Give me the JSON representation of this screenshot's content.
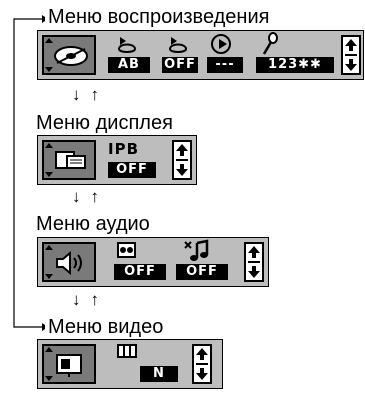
{
  "menus": {
    "playback": {
      "title": "Меню воспроизведения",
      "items": [
        {
          "icon": "repeat-icon",
          "value": "AB"
        },
        {
          "icon": "repeat-icon",
          "value": "OFF"
        },
        {
          "icon": "disc-play-icon",
          "value": "---"
        },
        {
          "icon": "microphone-icon",
          "value": "123✱✱"
        }
      ]
    },
    "display": {
      "title": "Меню дисплея",
      "items": [
        {
          "label": "IPB",
          "value": "OFF"
        }
      ]
    },
    "audio": {
      "title": "Меню аудио",
      "items": [
        {
          "icon": "speaker-box-icon",
          "value": "OFF"
        },
        {
          "icon": "music-note-icon",
          "value": "OFF"
        }
      ]
    },
    "video": {
      "title": "Меню видео",
      "items": [
        {
          "icon": "window-icon",
          "value": "N"
        }
      ]
    }
  },
  "transition_arrows": "↓↑"
}
